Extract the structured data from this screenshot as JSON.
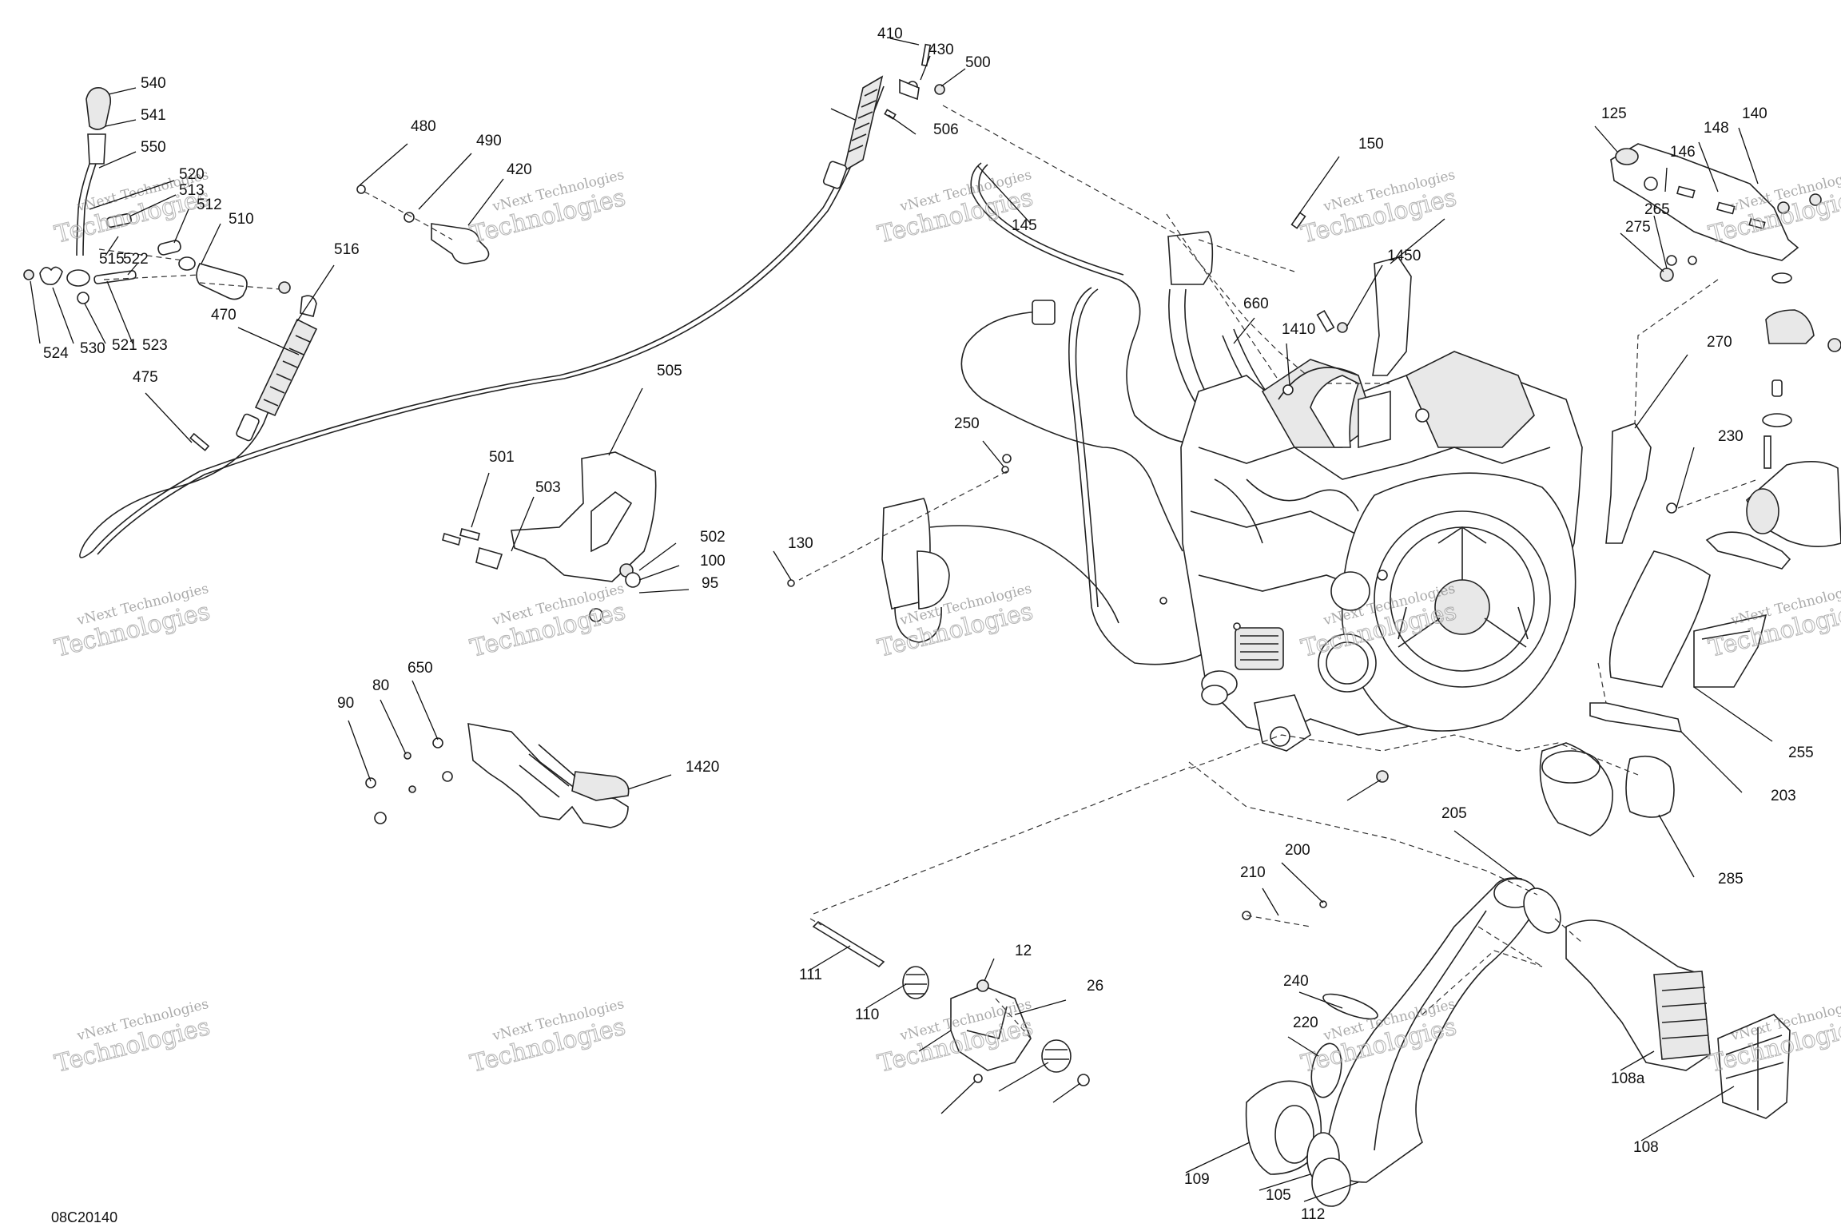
{
  "diagram": {
    "doc_id": "08C20140",
    "watermark_line1": "vNext Technologies",
    "watermark_line2": "Technologies",
    "callouts": [
      "540",
      "541",
      "550",
      "520",
      "513",
      "512",
      "510",
      "515",
      "522",
      "524",
      "530",
      "521",
      "523",
      "470",
      "516",
      "475",
      "480",
      "490",
      "420",
      "410",
      "430",
      "500",
      "506",
      "505",
      "501",
      "503",
      "502",
      "100",
      "95",
      "90",
      "80",
      "650",
      "1420",
      "145",
      "150",
      "1450",
      "660",
      "1410",
      "250",
      "130",
      "125",
      "146",
      "148",
      "140",
      "265",
      "275",
      "270",
      "230",
      "255",
      "203",
      "285",
      "205",
      "210",
      "200",
      "220",
      "240",
      "109",
      "105",
      "112",
      "108a",
      "108",
      "111",
      "110",
      "12",
      "26"
    ]
  }
}
